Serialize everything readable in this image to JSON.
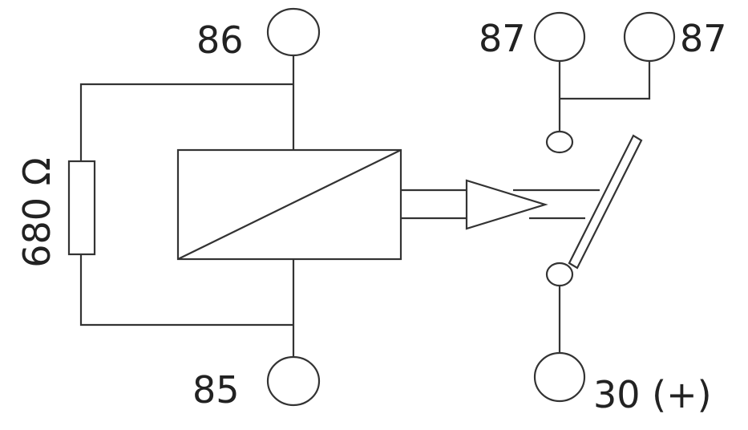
{
  "terminals": {
    "t86": "86",
    "t85": "85",
    "t87_left": "87",
    "t87_right": "87",
    "t30": "30 (+)"
  },
  "resistor": {
    "label": "680 Ω"
  },
  "colors": {
    "line": "#333333",
    "background": "#ffffff"
  }
}
